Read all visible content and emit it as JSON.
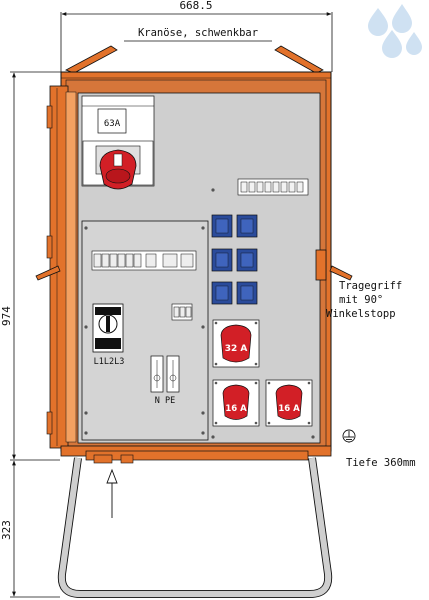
{
  "dimensions": {
    "width": "668.5",
    "cabinet_height": "974",
    "stand_height": "323",
    "depth_note": "Tiefe 360mm"
  },
  "labels": {
    "crane_eye": "Kranöse, schwenkbar",
    "handle_line1": "Tragegriff",
    "handle_line2": "mit 90°",
    "handle_line3": "Winkelstopp",
    "main_fuse": "63A",
    "switch_phases": "L1L2L3",
    "rcd_terminals": "N PE"
  },
  "sockets": {
    "large": "32 A",
    "small_left": "16 A",
    "small_right": "16 A"
  },
  "colors": {
    "housing_orange": "#e2722b",
    "socket_red": "#d21f26",
    "socket_blue": "#2a4b9b",
    "panel_gray": "#d4d4d4",
    "frame_gray": "#cfcfcf"
  },
  "icons": {
    "ground": "ground-icon",
    "arrow": "arrow-up-icon",
    "watermark": "droplet-watermark-icon"
  }
}
